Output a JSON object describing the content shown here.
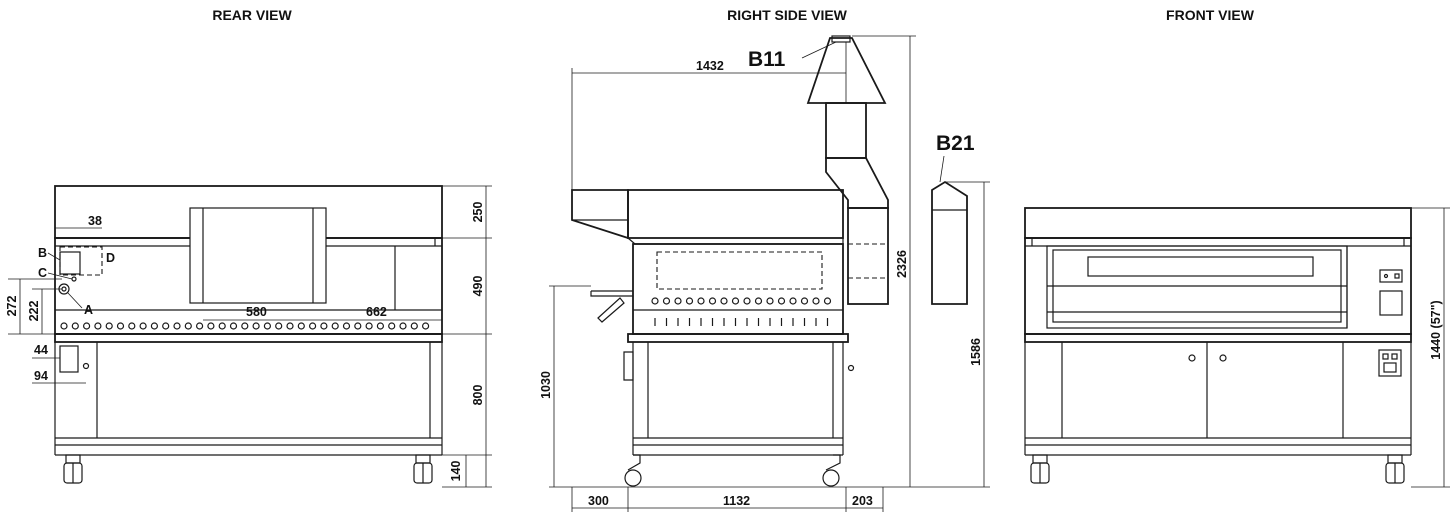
{
  "views": {
    "rear": "REAR VIEW",
    "side": "RIGHT SIDE VIEW",
    "front": "FRONT VIEW"
  },
  "rear_dims": {
    "d38": "38",
    "d250": "250",
    "d490": "490",
    "d272": "272",
    "d222": "222",
    "d580": "580",
    "d662": "662",
    "d44": "44",
    "d94": "94",
    "d800": "800",
    "d140": "140"
  },
  "rear_labels": {
    "a": "A",
    "b": "B",
    "c": "C",
    "d": "D"
  },
  "side_dims": {
    "d1432": "1432",
    "d2326": "2326",
    "d1586": "1586",
    "d1030": "1030",
    "d300": "300",
    "d1132": "1132",
    "d203": "203"
  },
  "side_labels": {
    "b11": "B11",
    "b21": "B21"
  },
  "front_dims": {
    "d1440": "1440 (57\")"
  }
}
